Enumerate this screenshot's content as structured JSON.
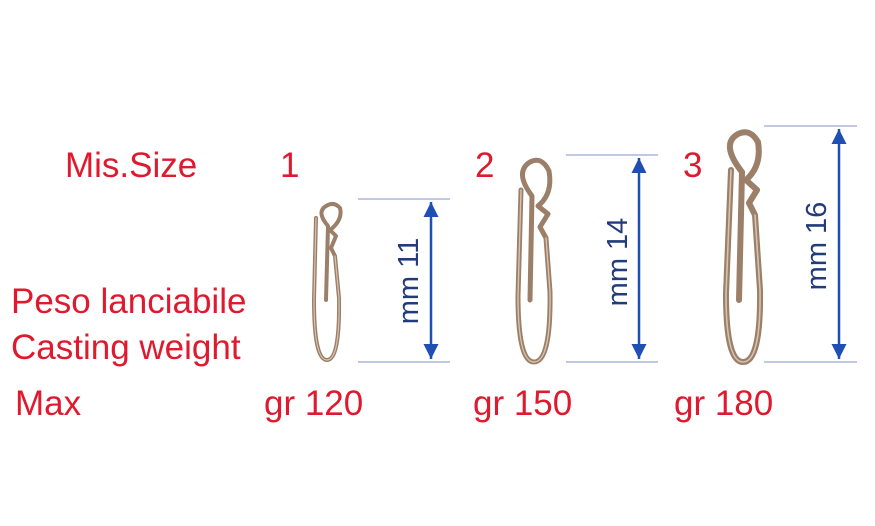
{
  "labels": {
    "size_header": "Mis.Size",
    "weight_line1": "Peso lanciabile",
    "weight_line2": "Casting weight",
    "max": "Max"
  },
  "sizes": [
    {
      "number": "1",
      "length": "mm 11",
      "weight": "gr 120"
    },
    {
      "number": "2",
      "length": "mm 14",
      "weight": "gr 150"
    },
    {
      "number": "3",
      "length": "mm 16",
      "weight": "gr 180"
    }
  ],
  "colors": {
    "label_red": "#e0192e",
    "arrow_blue": "#1f4fb3",
    "dimension_text": "#223b7a",
    "guide_line": "#7f94c4",
    "clip_bronze": "#9b7f68",
    "clip_highlight": "#d6c3b1"
  }
}
